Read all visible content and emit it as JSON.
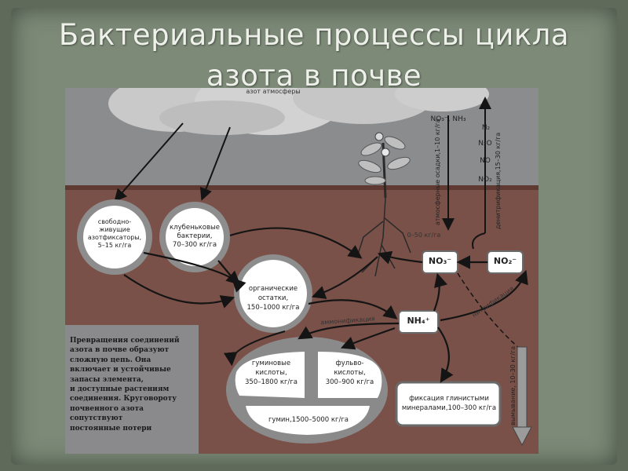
{
  "title": {
    "line1": "Бактериальные процессы цикла",
    "line2": "азота  в почве"
  },
  "diagram": {
    "atmosphere_label": "азот атмосферы",
    "nodes": {
      "free_living": "свободно-\nживущие\nазотфиксаторы,\n5–15 кг/га",
      "nodule": "клубеньковые\nбактерии,\n70–300 кг/га",
      "organic": "органические остатки,\n150–1000 кг/га",
      "humic": "гуминовые\nкислоты,\n350–1800 кг/га",
      "fulvic": "фульво-\nкислоты,\n300–900 кг/га",
      "humin": "гумин,1500–5000 кг/га",
      "clay": "фиксация глинистыми\nминералами,100–300 кг/га",
      "nh4": "NH₄⁺",
      "no3": "NO₃⁻",
      "no2": "NO₂⁻"
    },
    "labels": {
      "atm_forms": "NO₃⁻, NH₃",
      "n2": "N₂",
      "n2o": "N₂O",
      "no": "NO",
      "no2_atm": "NO₂",
      "rain": "атмосферные осадки,1–10 кг/га",
      "denitrification": "денитрификация,15–30 кг/га",
      "uptake": "0–50 кг/га",
      "ammonification": "аммонификация",
      "nitrification": "нитрификация",
      "leaching": "вымывание, 10–30 кг/га"
    },
    "note": "Превращения    соединений\nазота в почве образуют\nсложную цепь. Она\nвключает и устойчивые\nзапасы элемента,\nи доступные растениям\nсоединения. Круговороту\nпочвенного азота\nсопутствуют\nпостоянные потери"
  }
}
